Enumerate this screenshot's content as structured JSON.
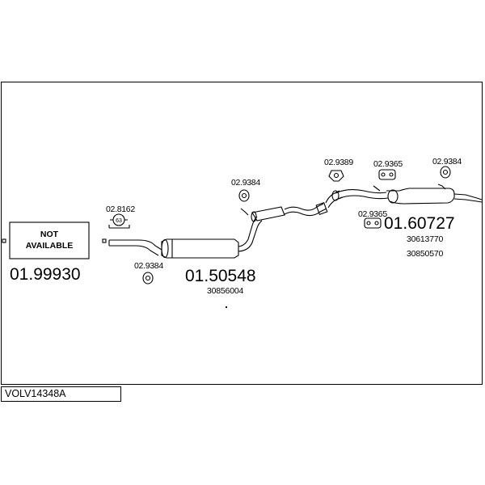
{
  "drawing_code": "VOLV14348A",
  "parts": {
    "front_pipe": {
      "status": "NOT AVAILABLE",
      "status_line1": "NOT",
      "status_line2": "AVAILABLE",
      "part_number": "01.99930"
    },
    "middle_section": {
      "part_number": "01.50548",
      "oem_numbers": [
        "30856004"
      ]
    },
    "rear_section": {
      "part_number": "01.60727",
      "oem_numbers": [
        "30613770",
        "30850570"
      ]
    }
  },
  "fittings": [
    {
      "id": "f1",
      "code": "02.8162"
    },
    {
      "id": "f2",
      "code": "02.9384"
    },
    {
      "id": "f3",
      "code": "02.9384"
    },
    {
      "id": "f4",
      "code": "02.9389"
    },
    {
      "id": "f5",
      "code": "02.9365"
    },
    {
      "id": "f6",
      "code": "02.9365"
    },
    {
      "id": "f7",
      "code": "02.9384"
    }
  ],
  "clamp_size": "63"
}
